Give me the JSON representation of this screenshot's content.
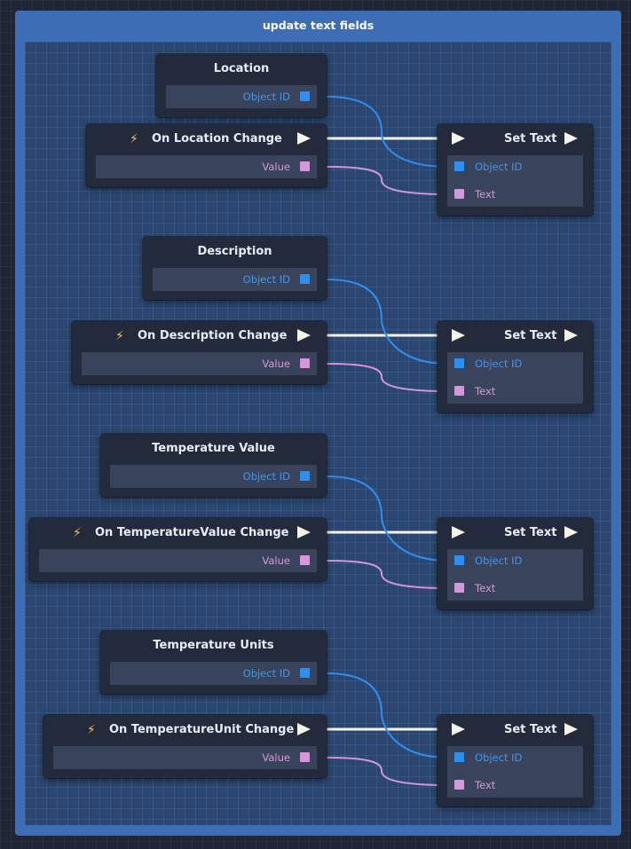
{
  "group": {
    "title": "update text fields",
    "header_color": "#3d6eb5"
  },
  "pin_colors": {
    "object": "#2f8ff0",
    "text": "#d497d8",
    "exec": "#f4f4e6"
  },
  "rows": [
    {
      "object_node": {
        "title": "Location",
        "pin": "Object ID"
      },
      "event_node": {
        "title": "On Location Change",
        "pin": "Value",
        "icon": "lightning-icon"
      },
      "set_node": {
        "title": "Set Text",
        "pins": [
          "Object ID",
          "Text"
        ]
      }
    },
    {
      "object_node": {
        "title": "Description",
        "pin": "Object ID"
      },
      "event_node": {
        "title": "On Description Change",
        "pin": "Value",
        "icon": "lightning-icon"
      },
      "set_node": {
        "title": "Set Text",
        "pins": [
          "Object ID",
          "Text"
        ]
      }
    },
    {
      "object_node": {
        "title": "Temperature Value",
        "pin": "Object ID"
      },
      "event_node": {
        "title": "On TemperatureValue Change",
        "pin": "Value",
        "icon": "lightning-icon"
      },
      "set_node": {
        "title": "Set Text",
        "pins": [
          "Object ID",
          "Text"
        ]
      }
    },
    {
      "object_node": {
        "title": "Temperature Units",
        "pin": "Object ID"
      },
      "event_node": {
        "title": "On TemperatureUnit Change",
        "pin": "Value",
        "icon": "lightning-icon"
      },
      "set_node": {
        "title": "Set Text",
        "pins": [
          "Object ID",
          "Text"
        ]
      }
    }
  ]
}
